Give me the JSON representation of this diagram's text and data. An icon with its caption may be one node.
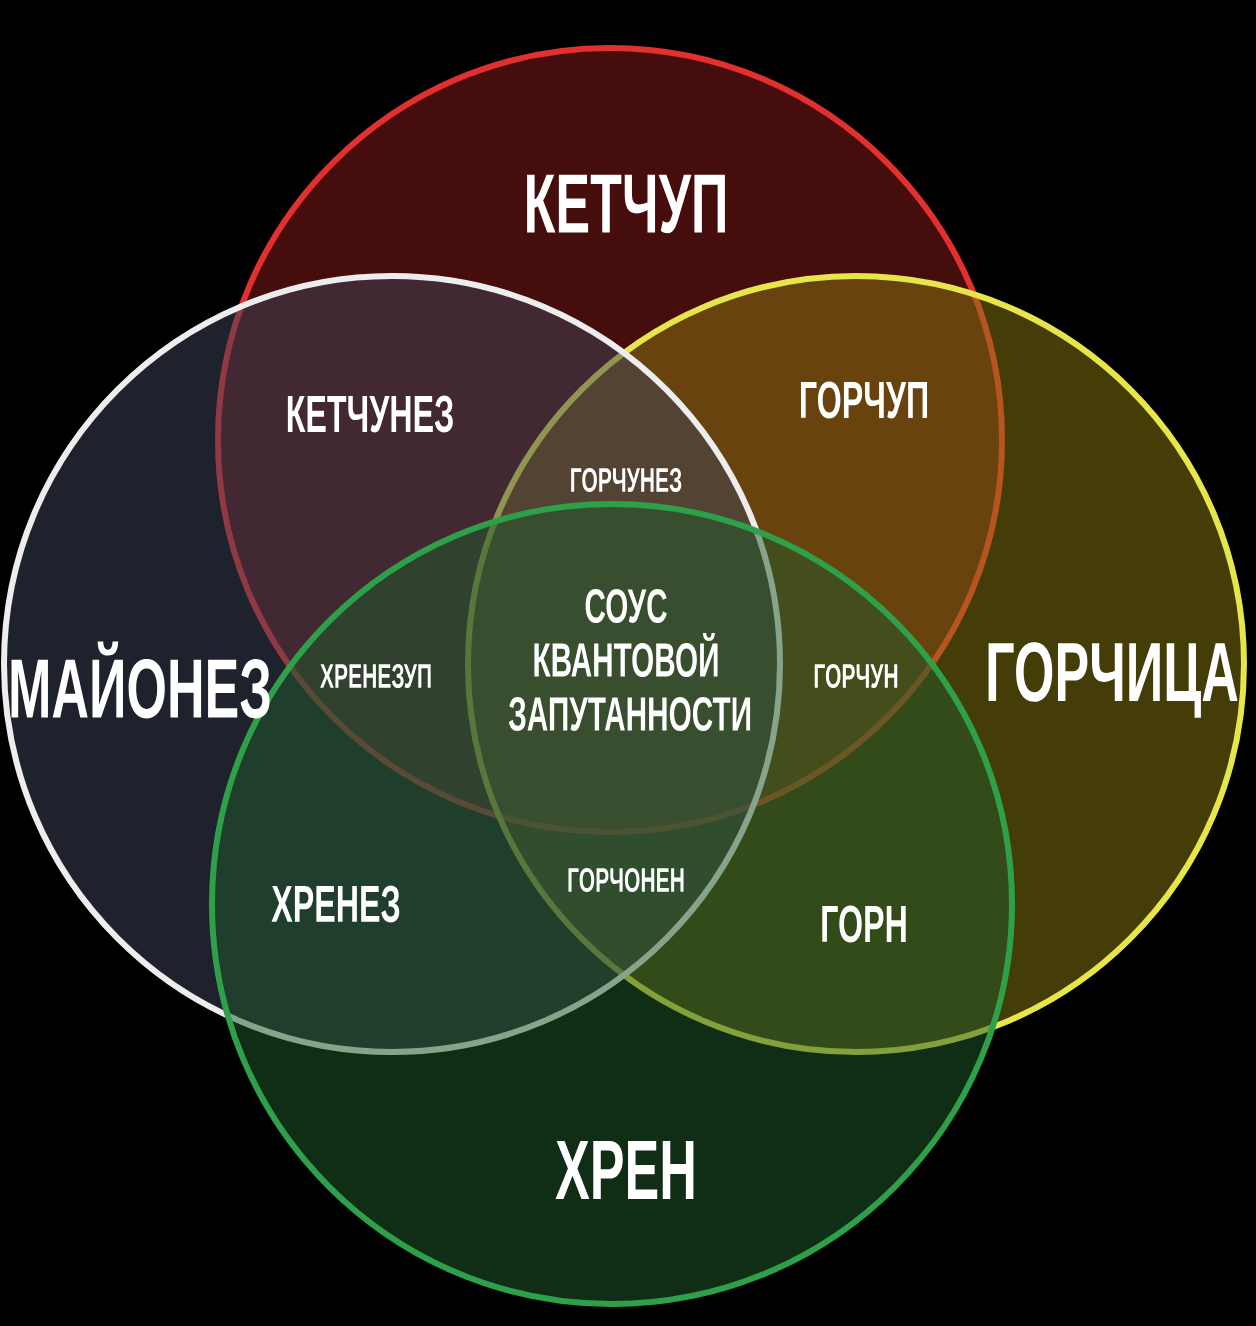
{
  "diagram": {
    "nodes": [
      {
        "text": [
          "КЕТЧУП"
        ]
      },
      {
        "text": [
          "ГОРЧИЦА"
        ]
      },
      {
        "text": [
          "МАЙОНЕЗ"
        ]
      },
      {
        "text": [
          "ХРЕН"
        ]
      }
    ],
    "labels": [
      "КЕТЧУНЕЗ",
      "ГОРЧУП",
      "ГОРЧУНЕЗ",
      "СОУС КВАНТОВОЙ ЗАПУТАННОСТИ",
      "ХРЕНЕЗУП",
      "ГОРЧУН",
      "ХРЕНЕЗ",
      "ГОРЧОНЕН",
      "ГОРН"
    ]
  }
}
